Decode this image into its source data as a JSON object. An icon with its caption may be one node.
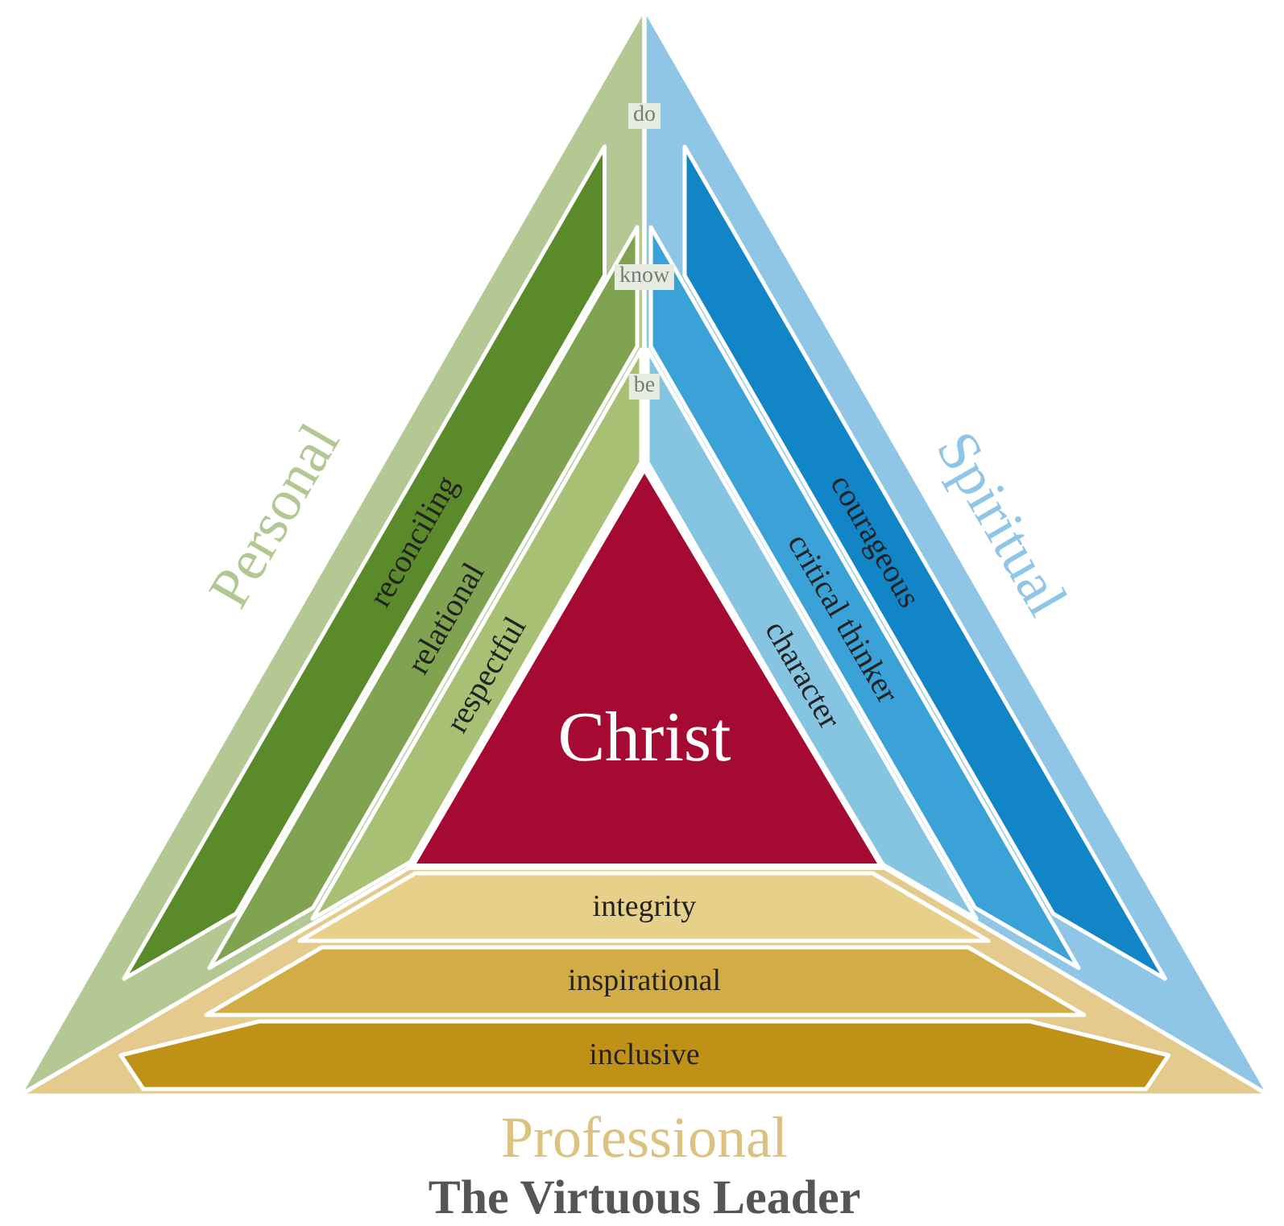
{
  "diagram": {
    "title": "The Virtuous Leader",
    "nodes": [
      {
        "text": [
          "Personal"
        ]
      },
      {
        "text": [
          "reconciling"
        ],
        "in": 0
      },
      {
        "text": [
          "relational"
        ],
        "in": 0
      },
      {
        "text": [
          "respectful"
        ],
        "in": 0
      },
      {
        "text": [
          "Spiritual"
        ]
      },
      {
        "text": [
          "courageous"
        ],
        "in": 4
      },
      {
        "text": [
          "critical thinker"
        ],
        "in": 4
      },
      {
        "text": [
          "character"
        ],
        "in": 4
      },
      {
        "text": [
          "Professional"
        ]
      },
      {
        "text": [
          "inclusive"
        ],
        "in": 8
      },
      {
        "text": [
          "inspirational"
        ],
        "in": 8
      },
      {
        "text": [
          "integrity"
        ],
        "in": 8
      },
      {
        "text": [
          "Christ"
        ]
      }
    ],
    "edges": [],
    "labels": [
      "do",
      "know",
      "be"
    ]
  }
}
